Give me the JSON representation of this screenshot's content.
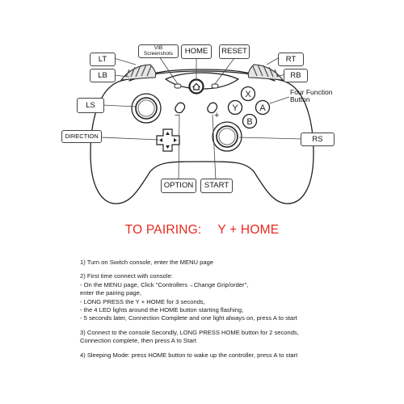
{
  "labels": {
    "lt": "LT",
    "lb": "LB",
    "ls": "LS",
    "direction": "DIRECTION",
    "vib_line1": "VIB",
    "vib_line2": "Screenshots",
    "home": "HOME",
    "reset": "RESET",
    "rt": "RT",
    "rb": "RB",
    "four_function_line1": "Four Function",
    "four_function_line2": "Button",
    "rs": "RS",
    "option": "OPTION",
    "start": "START"
  },
  "face_buttons": {
    "y": "Y",
    "x": "X",
    "a": "A",
    "b": "B"
  },
  "small_symbols": {
    "minus": "−",
    "plus": "+"
  },
  "pairing": {
    "prefix": "TO PAIRING:",
    "combo": "Y + HOME"
  },
  "instructions": [
    {
      "lines": [
        "1) Turn on Switch console, enter the MENU page"
      ]
    },
    {
      "lines": [
        "2) First time connect with console:",
        "- On the MENU page, Click \"Controllers→Change Grip/order\",",
        "  enter the pairing page,",
        "- LONG PRESS the Y + HOME for 3 seconds,",
        "- the 4 LED lights around the HOME button starting flashing,",
        "- 5 seconds later, Connection Complete and one light always on, press A to start"
      ]
    },
    {
      "lines": [
        "3) Connect to the console Secondly, LONG PRESS HOME button for 2 seconds,",
        "Connection complete, then press A to Start"
      ]
    },
    {
      "lines": [
        "4) Sleeping Mode: press HOME button to wake up the controller, press A to start"
      ]
    }
  ]
}
